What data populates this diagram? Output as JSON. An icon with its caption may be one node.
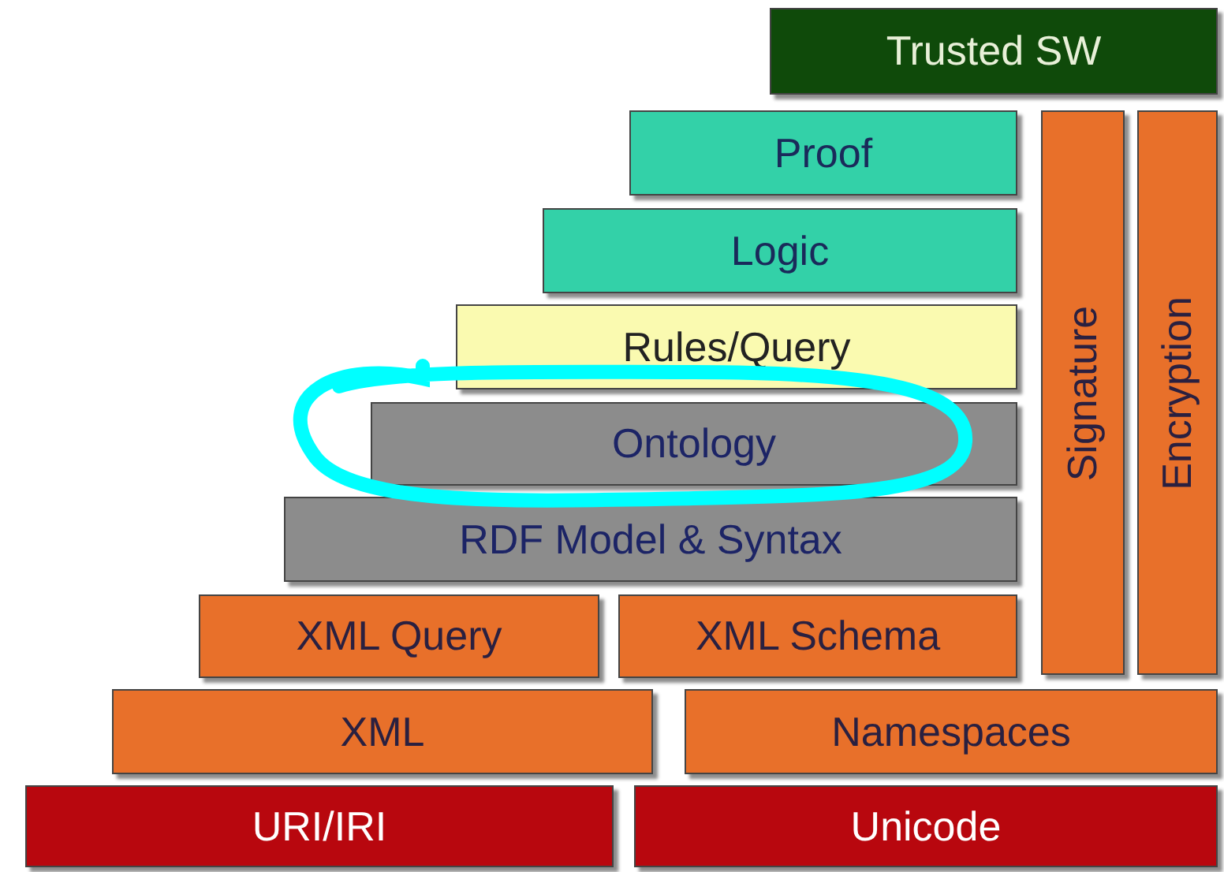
{
  "diagram": {
    "nodes": [
      {
        "text": [
          "Trusted SW"
        ]
      },
      {
        "text": [
          "Proof"
        ]
      },
      {
        "text": [
          "Logic"
        ]
      },
      {
        "text": [
          "Rules/Query"
        ]
      },
      {
        "text": [
          "Signature"
        ]
      },
      {
        "text": [
          "Encryption"
        ]
      },
      {
        "text": [
          "Ontology"
        ]
      },
      {
        "text": [
          "RDF Model & Syntax"
        ]
      },
      {
        "text": [
          "XML Query"
        ]
      },
      {
        "text": [
          "XML Schema"
        ]
      },
      {
        "text": [
          "XML"
        ]
      },
      {
        "text": [
          "Namespaces"
        ]
      },
      {
        "text": [
          "URI/IRI"
        ]
      },
      {
        "text": [
          "Unicode"
        ]
      }
    ]
  }
}
